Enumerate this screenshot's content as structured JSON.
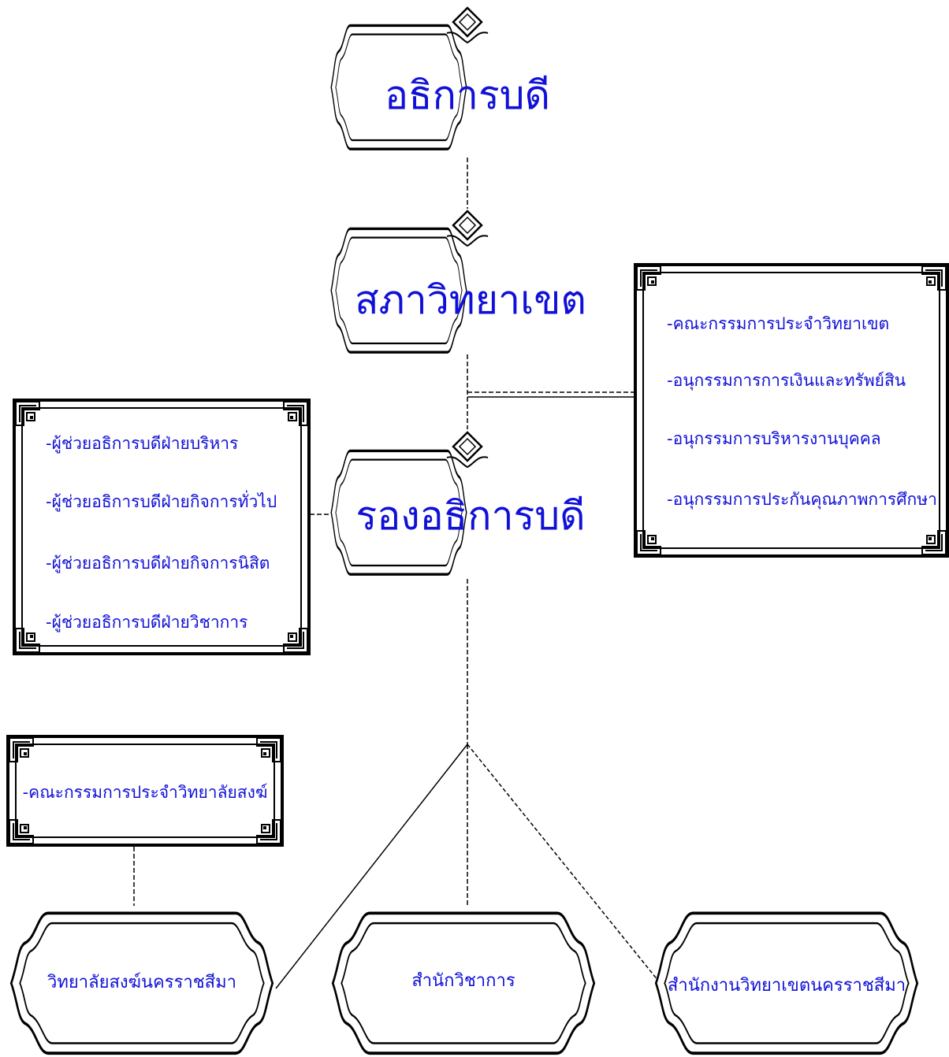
{
  "colors": {
    "text": "#1010d8",
    "line": "#000000",
    "background": "#ffffff"
  },
  "nodes": {
    "rector": "อธิการบดี",
    "council": "สภาวิทยาเขต",
    "vice_rector": "รองอธิการบดี",
    "college": "วิทยาลัยสงฆ์นครราชสีมา",
    "academic_office": "สำนักวิชาการ",
    "campus_office": "สำนักงานวิทยาเขตนครราชสีมา"
  },
  "committees_box": {
    "items": [
      "-คณะกรรมการประจำวิทยาเขต",
      "-อนุกรรมการการเงินและทรัพย์สิน",
      "-อนุกรรมการบริหารงานบุคคล",
      "-อนุกรรมการประกันคุณภาพการศึกษา"
    ]
  },
  "assistants_box": {
    "items": [
      "-ผู้ช่วยอธิการบดีฝ่ายบริหาร",
      "-ผู้ช่วยอธิการบดีฝ่ายกิจการทั่วไป",
      "-ผู้ช่วยอธิการบดีฝ่ายกิจการนิสิต",
      "-ผู้ช่วยอธิการบดีฝ่ายวิชาการ"
    ]
  },
  "college_committee_box": {
    "items": [
      "-คณะกรรมการประจำวิทยาลัยสงฆ์"
    ]
  }
}
